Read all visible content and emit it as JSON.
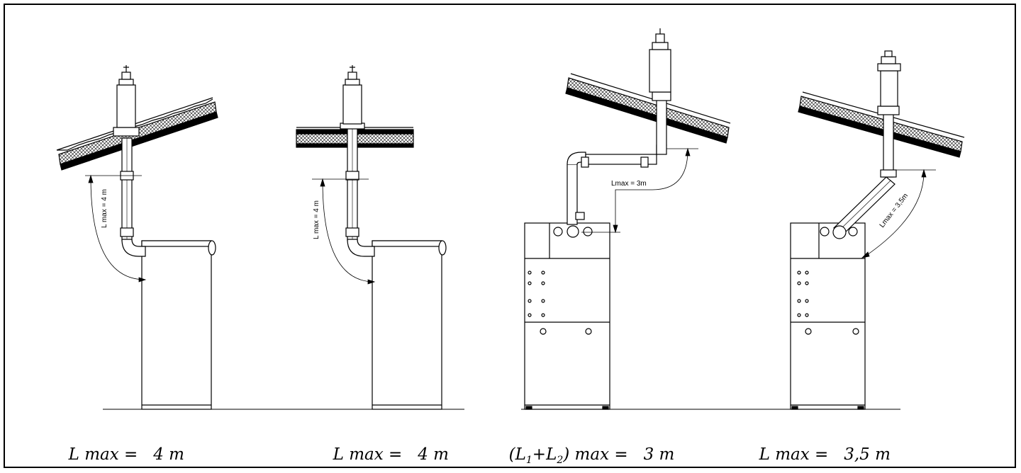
{
  "diagrams": [
    {
      "id": "sloped-roof-straight",
      "dimension_label": "L max = 4 m",
      "caption": {
        "prefix": "L max =",
        "value": "4 m"
      }
    },
    {
      "id": "flat-roof-straight",
      "dimension_label": "L max = 4 m",
      "caption": {
        "prefix": "L max =",
        "value": "4 m"
      }
    },
    {
      "id": "sloped-roof-offset",
      "dimension_label": "Lmax = 3m",
      "caption": {
        "open": "(L",
        "sub1": "1",
        "plus": "+L",
        "sub2": "2",
        "close": ") max =",
        "value": "3 m"
      }
    },
    {
      "id": "sloped-roof-angled",
      "dimension_label": "Lmax = 3,5m",
      "caption": {
        "prefix": "L max =",
        "value": "3,5 m"
      }
    }
  ],
  "colors": {
    "line": "#000000",
    "background": "#ffffff"
  }
}
